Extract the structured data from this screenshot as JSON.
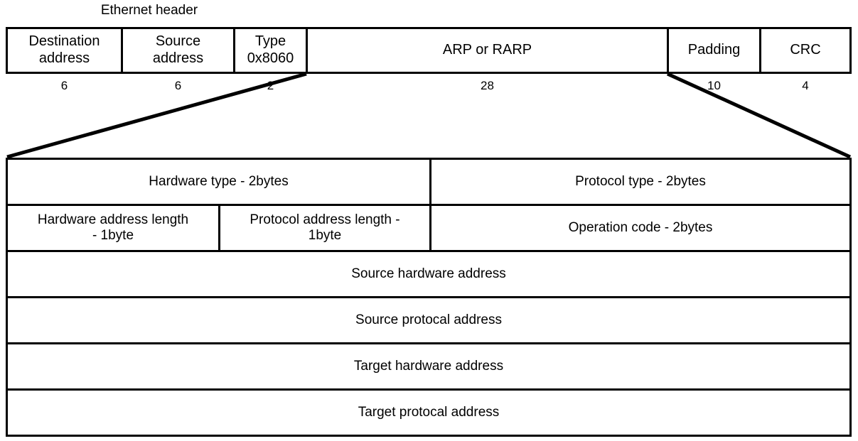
{
  "diagram": {
    "caption": "Ethernet header",
    "ethernet_fields": [
      {
        "label": "Destination\naddress",
        "size": "6"
      },
      {
        "label": "Source\naddress",
        "size": "6"
      },
      {
        "label": "Type\n0x8060",
        "size": "2"
      },
      {
        "label": "ARP or RARP",
        "size": "28"
      },
      {
        "label": "Padding",
        "size": "10"
      },
      {
        "label": "CRC",
        "size": "4"
      }
    ],
    "arp_packet": {
      "hardware_type": "Hardware type - 2bytes",
      "protocol_type": "Protocol type - 2bytes",
      "hardware_address_length": "Hardware address length\n- 1byte",
      "protocol_address_length": "Protocol address length -\n1byte",
      "operation_code": "Operation code - 2bytes",
      "source_hardware_address": "Source hardware address",
      "source_protocol_address": "Source protocal address",
      "target_hardware_address": "Target hardware address",
      "target_protocol_address": "Target protocal address"
    },
    "colors": {
      "stroke": "#000000",
      "background": "#ffffff",
      "text": "#000000"
    }
  }
}
